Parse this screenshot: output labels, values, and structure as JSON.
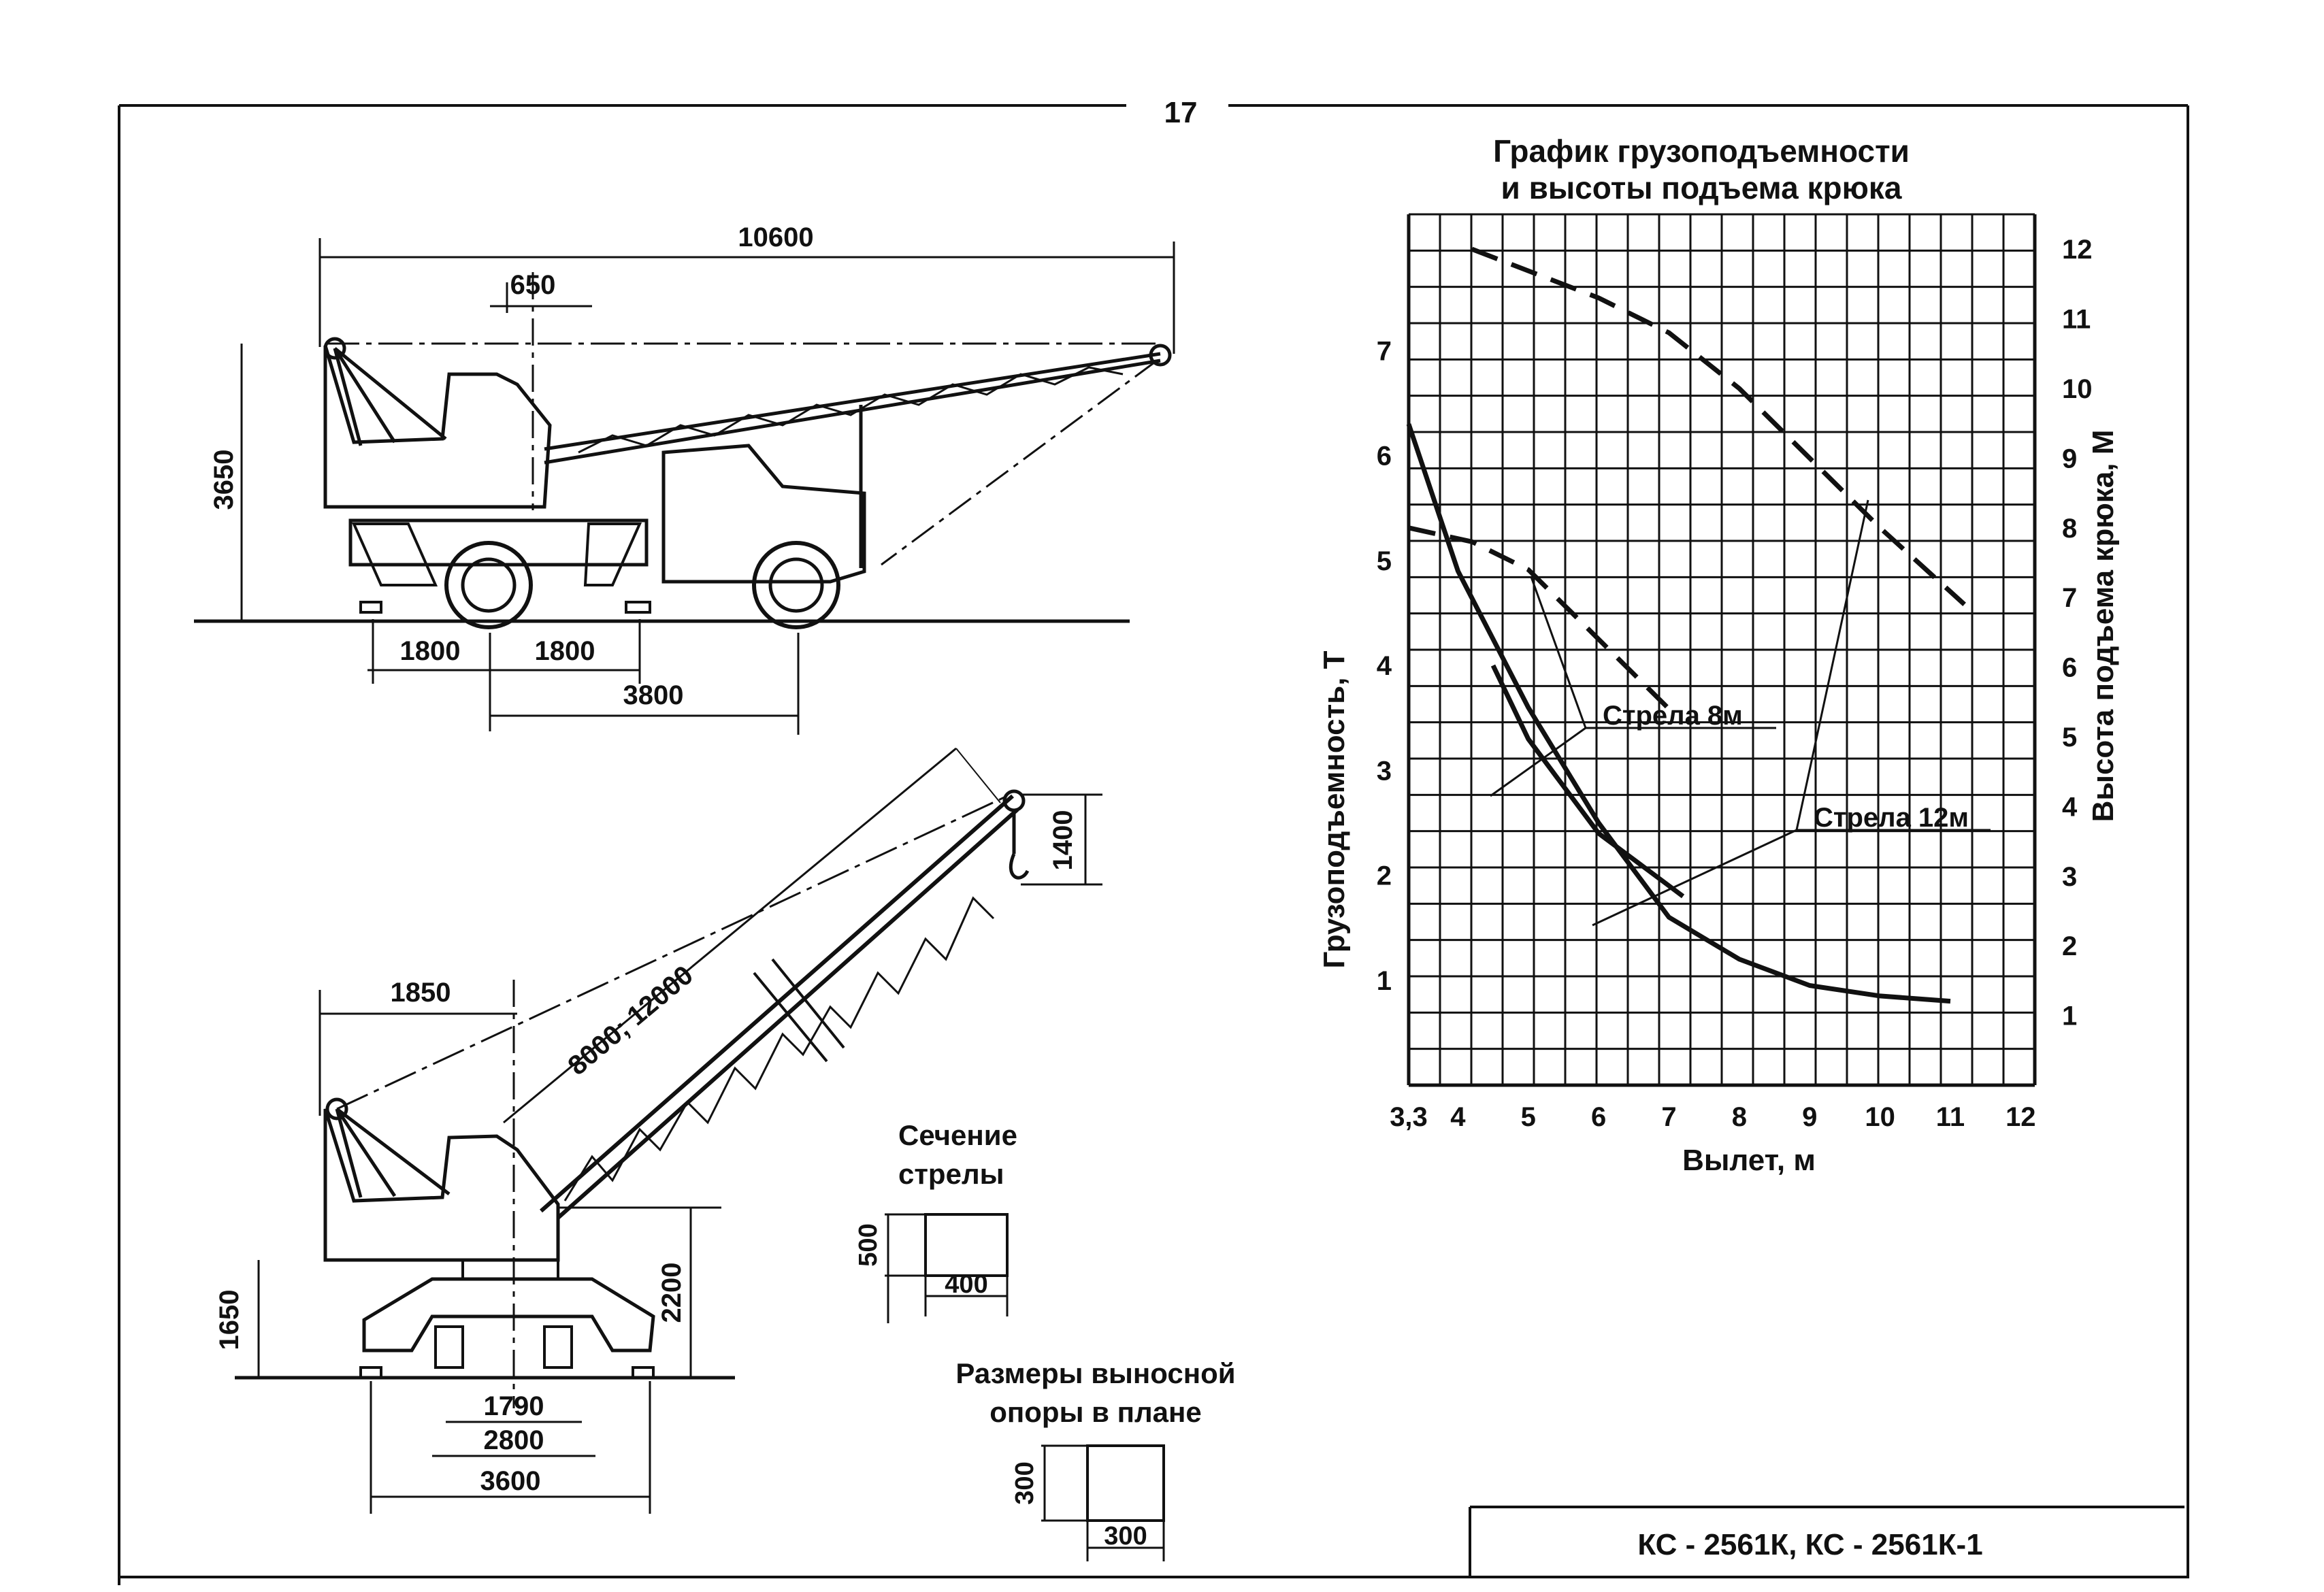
{
  "page_number": "17",
  "top_view": {
    "dim_total_length": "10600",
    "dim_offset": "650",
    "dim_height": "3650",
    "dim_left_span": "1800",
    "dim_mid_span": "1800",
    "dim_wheelbase": "3800"
  },
  "bottom_view": {
    "dim_reach": "1850",
    "dim_boom_length": "8000; 12000",
    "dim_hook": "1400",
    "dim_platform_height": "1650",
    "dim_boom_pivot_height": "2200",
    "dim_base_inner": "1790",
    "dim_base_mid": "2800",
    "dim_base_outer": "3600"
  },
  "boom_section": {
    "title_line1": "Сечение",
    "title_line2": "стрелы",
    "dim_height": "500",
    "dim_width": "400"
  },
  "outrigger": {
    "title_line1": "Размеры выносной",
    "title_line2": "опоры в плане",
    "dim_height": "300",
    "dim_width": "300"
  },
  "chart_data": {
    "type": "line",
    "title": "График грузоподъемности и высоты подъема крюка",
    "title_line1": "График грузоподъемности",
    "title_line2": "и высоты подъема крюка",
    "xlabel": "Вылет, м",
    "ylabel_left": "Грузоподъемность, Т",
    "ylabel_right": "Высота подъема крюка, М",
    "xlim": [
      3.3,
      12.2
    ],
    "ylim_left": [
      0,
      8.3
    ],
    "ylim_right": [
      0,
      12.5
    ],
    "x_ticks": [
      "3,3",
      "4",
      "5",
      "6",
      "7",
      "8",
      "9",
      "10",
      "11",
      "12"
    ],
    "y_left_ticks": [
      "1",
      "2",
      "3",
      "4",
      "5",
      "6",
      "7"
    ],
    "y_right_ticks": [
      "1",
      "2",
      "3",
      "4",
      "5",
      "6",
      "7",
      "8",
      "9",
      "10",
      "11",
      "12"
    ],
    "grid": true,
    "annotations": [
      "Стрела 8м",
      "Стрела 12м"
    ],
    "series": [
      {
        "axis": "right",
        "style": "dashed",
        "x": [
          4.2,
          6.0,
          7.0,
          8.0,
          9.0,
          10.0,
          11.2
        ],
        "y": [
          12.0,
          11.3,
          10.8,
          10.0,
          9.0,
          8.0,
          6.9
        ]
      },
      {
        "axis": "right",
        "style": "dashed",
        "x": [
          3.3,
          4.2,
          5.0,
          6.0,
          7.0
        ],
        "y": [
          8.0,
          7.8,
          7.4,
          6.4,
          5.4
        ]
      },
      {
        "axis": "left",
        "style": "solid",
        "x": [
          4.5,
          5.0,
          6.0,
          7.0,
          7.2
        ],
        "y": [
          4.0,
          3.3,
          2.4,
          1.9,
          1.8
        ]
      },
      {
        "axis": "left",
        "style": "solid",
        "x": [
          3.3,
          4.0,
          5.0,
          6.0,
          7.0,
          8.0,
          9.0,
          10.0,
          11.0
        ],
        "y": [
          6.3,
          4.9,
          3.6,
          2.5,
          1.6,
          1.2,
          0.95,
          0.85,
          0.8
        ]
      }
    ]
  },
  "title_block": {
    "model": "КС - 2561К, КС - 2561К-1"
  }
}
